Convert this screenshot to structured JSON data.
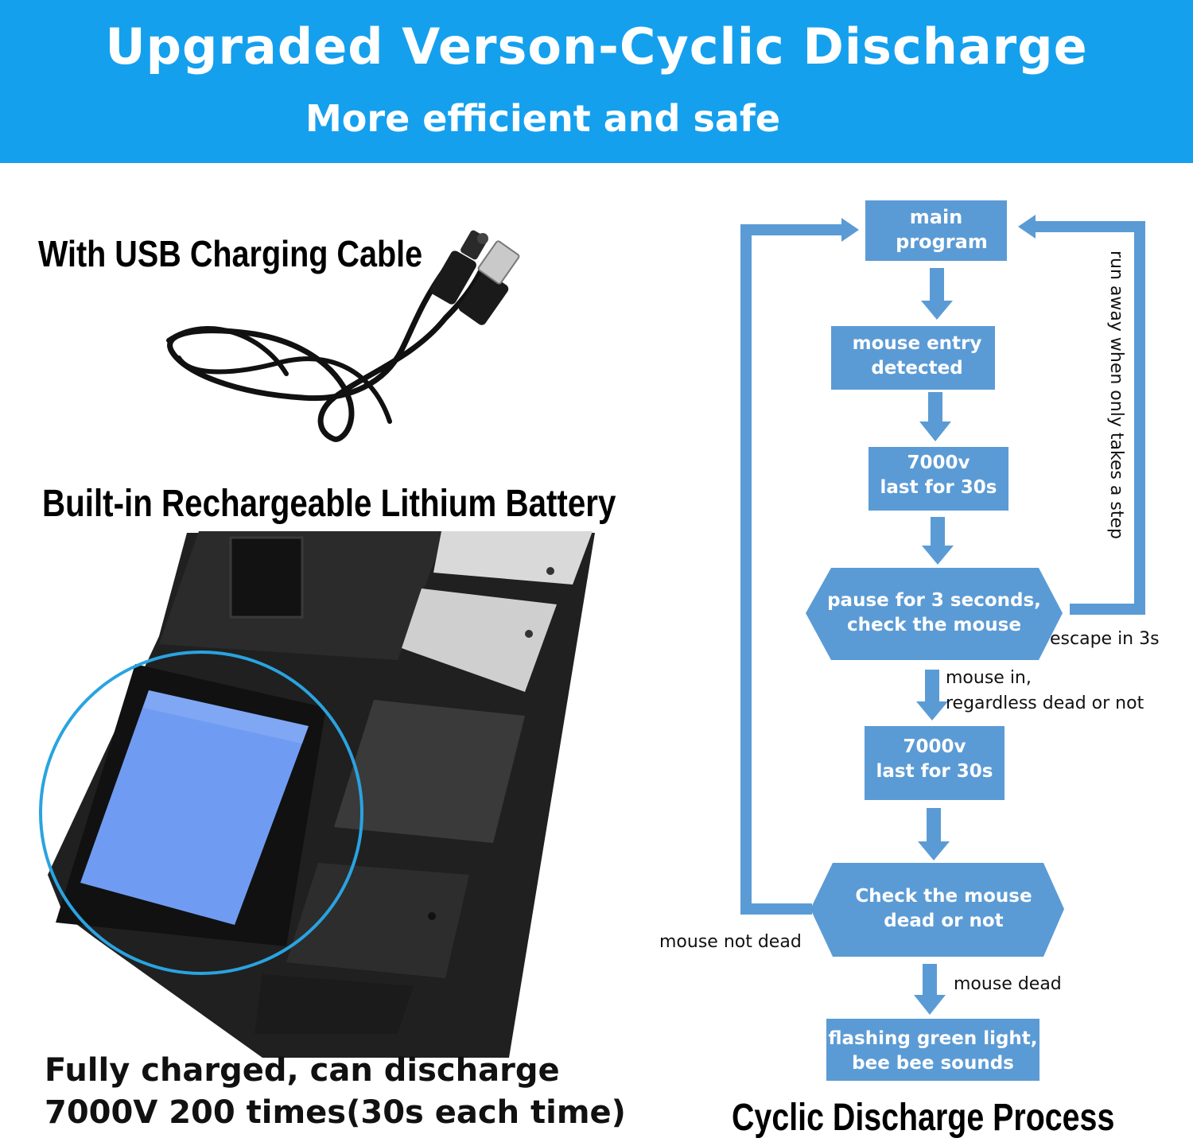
{
  "header": {
    "title": "Upgraded Verson-Cyclic Discharge",
    "subtitle": "More efficient and safe"
  },
  "left": {
    "usb_caption": "With USB Charging Cable",
    "battery_caption": "Built-in Rechargeable Lithium Battery",
    "discharge_line1": "Fully charged, can discharge",
    "discharge_line2": "7000V 200 times(30s each time)"
  },
  "flowchart": {
    "caption": "Cyclic Discharge Process",
    "nodes": {
      "main_line1": "main",
      "main_line2": "program",
      "entry_line1": "mouse entry",
      "entry_line2": "detected",
      "shock1_line1": "7000v",
      "shock1_line2": "last for 30s",
      "pause_line1": "pause for 3 seconds,",
      "pause_line2": "check the mouse",
      "shock2_line1": "7000v",
      "shock2_line2": "last for 30s",
      "check_line1": "Check the mouse",
      "check_line2": "dead or not",
      "end_line1": "flashing green light,",
      "end_line2": "bee bee sounds"
    },
    "edge_labels": {
      "run_away": "run away when only takes a step",
      "escape": "escape in 3s",
      "mouse_in_line1": "mouse in,",
      "mouse_in_line2": "regardless dead or not",
      "not_dead": "mouse not dead",
      "dead": "mouse dead"
    },
    "colors": {
      "node_fill": "#5b9bd5",
      "node_text": "#ffffff",
      "connector": "#5b9bd5"
    }
  },
  "colors": {
    "banner": "#15a0ee",
    "battery_highlight": "#6f9cf2",
    "circle": "#2aa3e0"
  }
}
